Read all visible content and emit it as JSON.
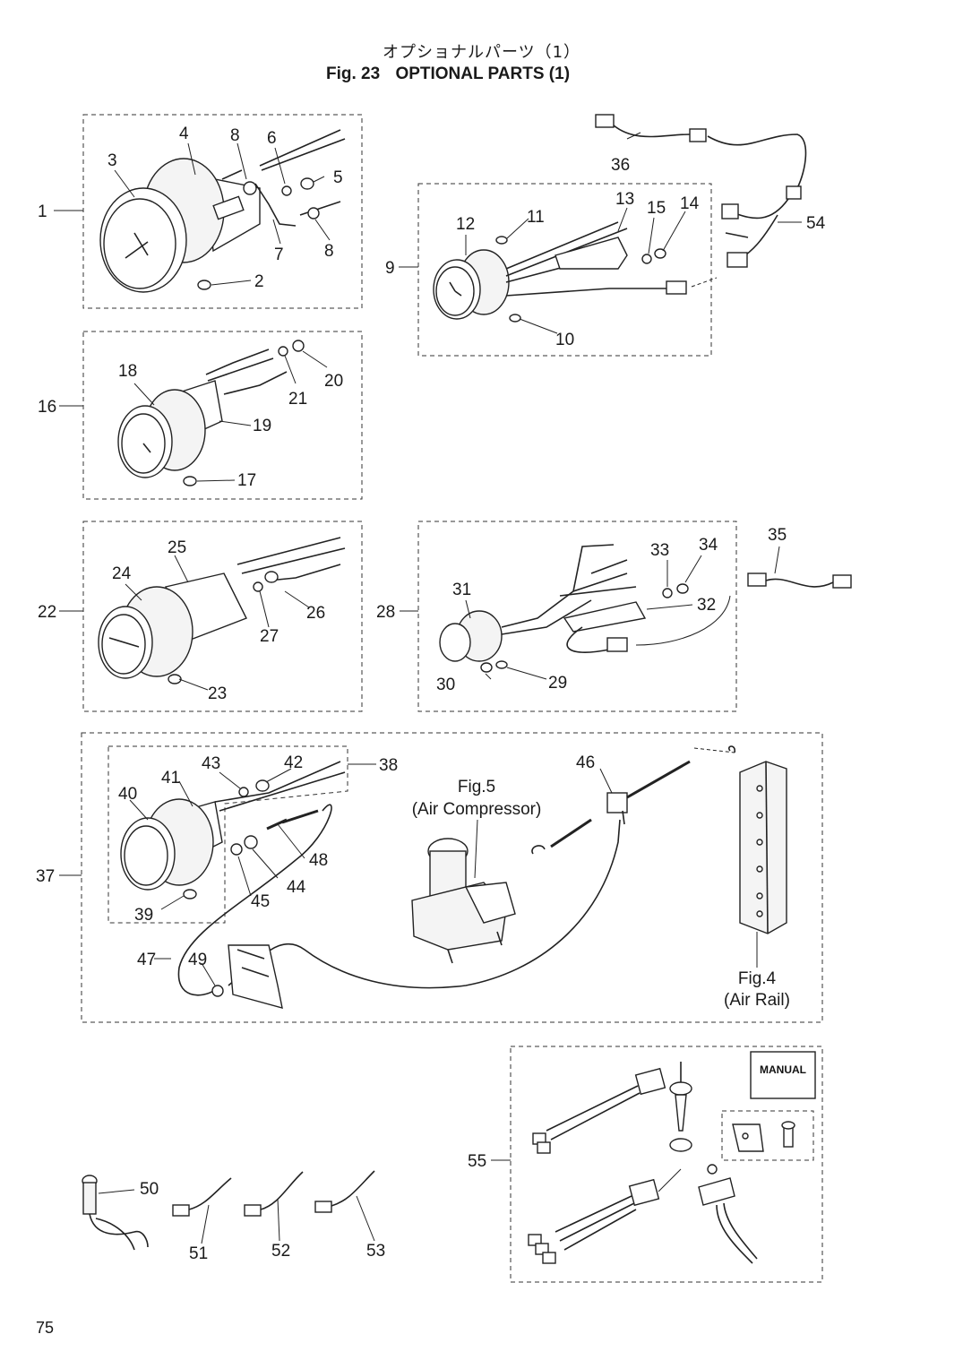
{
  "header": {
    "title_jp": "オプショナルパーツ（1）",
    "fig_label": "Fig. 23",
    "title_en": "OPTIONAL PARTS (1)"
  },
  "page_number": "75",
  "callouts": {
    "n1": "1",
    "n2": "2",
    "n3": "3",
    "n4": "4",
    "n5": "5",
    "n6": "6",
    "n7": "7",
    "n8a": "8",
    "n8b": "8",
    "n9": "9",
    "n10": "10",
    "n11": "11",
    "n12": "12",
    "n13": "13",
    "n14": "14",
    "n15": "15",
    "n16": "16",
    "n17": "17",
    "n18": "18",
    "n19": "19",
    "n20": "20",
    "n21": "21",
    "n22": "22",
    "n23": "23",
    "n24": "24",
    "n25": "25",
    "n26": "26",
    "n27": "27",
    "n28": "28",
    "n29": "29",
    "n30": "30",
    "n31": "31",
    "n32": "32",
    "n33": "33",
    "n34": "34",
    "n35": "35",
    "n36": "36",
    "n37": "37",
    "n38": "38",
    "n39": "39",
    "n40": "40",
    "n41": "41",
    "n42": "42",
    "n43": "43",
    "n44": "44",
    "n45": "45",
    "n46": "46",
    "n47": "47",
    "n48": "48",
    "n49": "49",
    "n50": "50",
    "n51": "51",
    "n52": "52",
    "n53": "53",
    "n54": "54",
    "n55": "55"
  },
  "references": {
    "fig5_line1": "Fig.5",
    "fig5_line2": "(Air  Compressor)",
    "fig4_line1": "Fig.4",
    "fig4_line2": "(Air Rail)"
  },
  "manual_label": "MANUAL"
}
